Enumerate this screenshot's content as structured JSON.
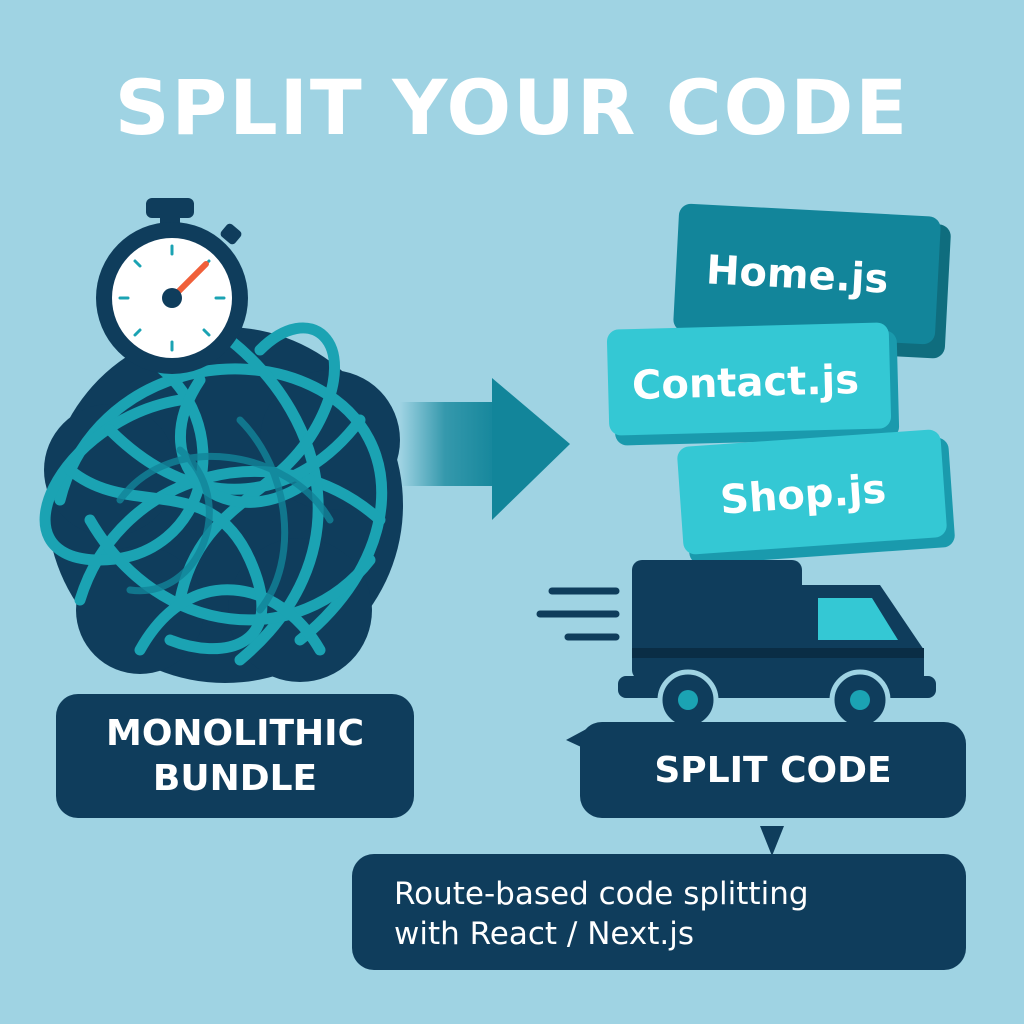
{
  "title": "SPLIT YOUR CODE",
  "monolith": {
    "label_line1": "MONOLITHIC",
    "label_line2": "BUNDLE",
    "icons": [
      "stopwatch-icon",
      "tangled-yarn-ball-icon"
    ]
  },
  "arrow_icon": "right-arrow-icon",
  "split": {
    "label": "SPLIT CODE",
    "files": [
      "Home.js",
      "Contact.js",
      "Shop.js"
    ],
    "icon": "delivery-truck-icon"
  },
  "note": {
    "line1": "Route-based code splitting",
    "line2": "with React / Next.js"
  },
  "colors": {
    "background": "#9fd3e3",
    "navy": "#0f3d5c",
    "teal": "#1ba3b3",
    "light_teal": "#34c8d4",
    "dark_teal": "#12859a",
    "accent": "#f0603a"
  }
}
